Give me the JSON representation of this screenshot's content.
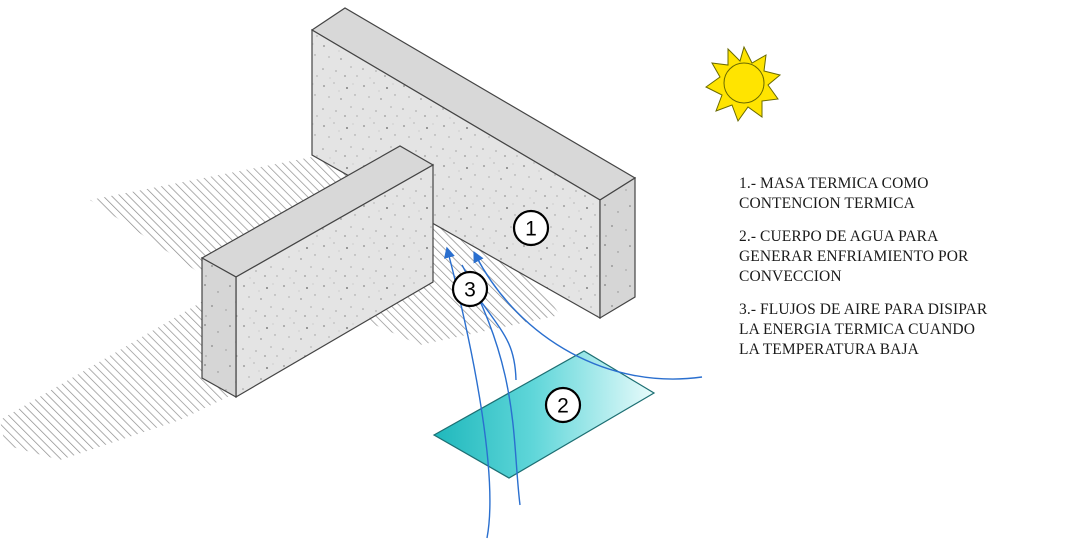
{
  "markers": {
    "wall_large": "1",
    "water": "2",
    "airflow": "3"
  },
  "legend": {
    "item1": "1.- MASA TERMICA COMO\nCONTENCION TERMICA",
    "item2": "2.- CUERPO DE AGUA PARA\nGENERAR ENFRIAMIENTO POR\nCONVECCION",
    "item3": "3.- FLUJOS DE AIRE PARA DISIPAR\nLA ENERGIA TERMICA CUANDO\nLA TEMPERATURA BAJA"
  },
  "icons": {
    "sun": "sun-icon"
  },
  "colors": {
    "wall_face": "#e6e6e6",
    "wall_side": "#d4d4d4",
    "shadow_hatch": "#8a8a8a",
    "water": "#28c4c8",
    "airflow": "#2a6fcf",
    "sun": "#ffe400"
  }
}
